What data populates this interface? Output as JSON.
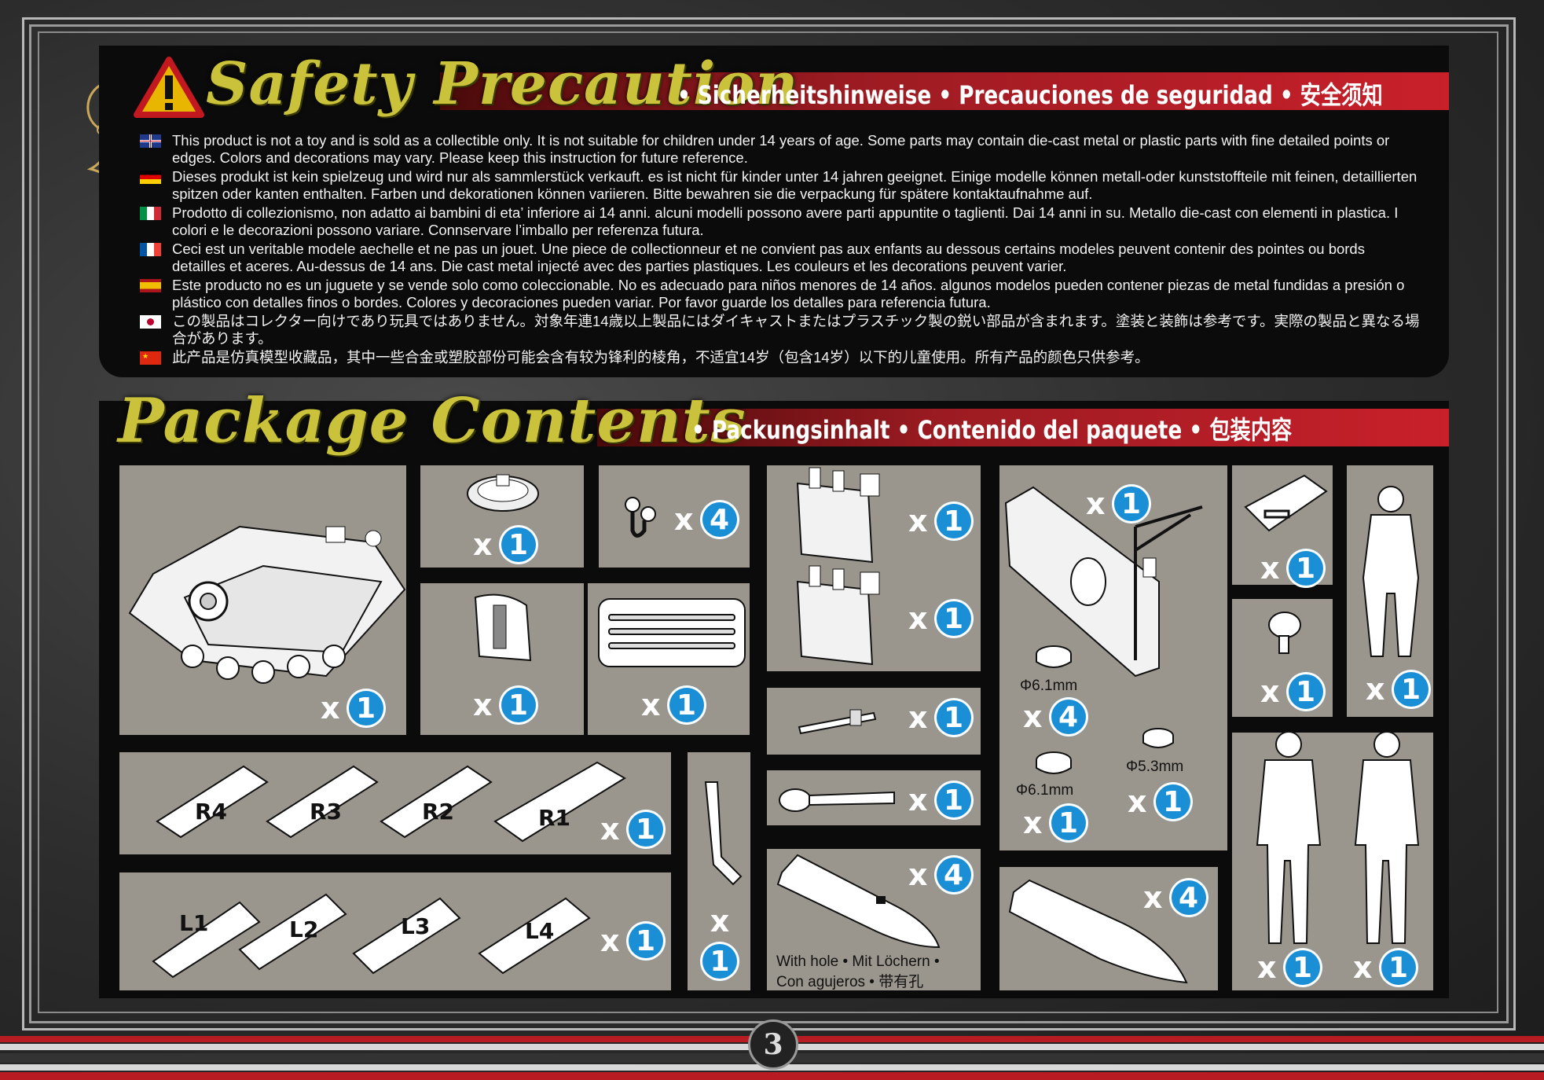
{
  "safety": {
    "title": "Safety Precaution",
    "subtitle": "• Sicherheitshinweise • Precauciones de seguridad • 安全须知",
    "lines": [
      {
        "flag": "uk-flag",
        "text": "This product is not a toy and is sold as a collectible only. It is not suitable for children under 14 years of age. Some parts may contain die-cast metal or plastic parts with fine detailed points or edges. Colors and decorations may vary. Please keep this instruction for future reference."
      },
      {
        "flag": "germany-flag",
        "text": "Dieses produkt ist kein spielzeug und wird nur als sammlerstück verkauft. es ist nicht für kinder unter 14 jahren geeignet. Einige modelle können metall-oder kunststoffteile mit feinen, detaillierten spitzen oder kanten enthalten. Farben und dekorationen können variieren.  Bitte bewahren sie die verpackung für spätere kontaktaufnahme auf."
      },
      {
        "flag": "italy-flag",
        "text": "Prodotto di collezionismo, non adatto ai bambini di eta’ inferiore ai 14 anni. alcuni modelli possono avere parti appuntite o taglienti. Dai 14 anni in su. Metallo die-cast con elementi in plastica. I colori e le decorazioni possono variare. Connservare  l’imballo per referenza futura."
      },
      {
        "flag": "france-flag",
        "text": "Ceci est un veritable modele aechelle et ne pas un jouet. Une piece de collectionneur et ne convient pas aux enfants au dessous certains modeles peuvent contenir des pointes ou bords detailles et aceres. Au-dessus de 14 ans. Die cast metal injecté avec des parties plastiques. Les couleurs et les decorations peuvent varier."
      },
      {
        "flag": "spain-flag",
        "text": "Este producto no es un juguete y se vende solo como coleccionable. No es adecuado para niños menores de 14 años. algunos modelos pueden contener piezas de metal fundidas a presión o plástico con detalles finos o bordes. Colores y decoraciones pueden variar. Por favor guarde los detalles para referencia futura."
      },
      {
        "flag": "japan-flag",
        "text": "この製品はコレクター向けであり玩具ではありません。対象年連14歳以上製品にはダイキャストまたはプラスチック製の鋭い部品が含まれます。塗装と装飾は参考です。実際の製品と異なる場合があります。"
      },
      {
        "flag": "china-flag",
        "text": "此产品是仿真模型收藏品，其中一些合金或塑胶部份可能会含有较为锋利的棱角，不适宜14岁（包含14岁）以下的儿童使用。所有产品的颜色只供参考。"
      }
    ]
  },
  "contents": {
    "title": "Package Contents",
    "subtitle": "• Packungsinhalt • Contenido del paquete  • 包装内容",
    "x": "x",
    "q1": "1",
    "q4": "4",
    "d61": "Φ6.1mm",
    "d53": "Φ5.3mm",
    "hole_label_1": "With hole • Mit Löchern •",
    "hole_label_2": "Con agujeros • 带有孔",
    "right_panels": [
      "R4",
      "R3",
      "R2",
      "R1"
    ],
    "left_panels": [
      "L1",
      "L2",
      "L3",
      "L4"
    ]
  },
  "page_number": "3",
  "colors": {
    "accent_red": "#c9202a",
    "title_yellow": "#c9c23a",
    "badge_blue": "#1a8fd6",
    "box_gray": "#9a968d"
  }
}
